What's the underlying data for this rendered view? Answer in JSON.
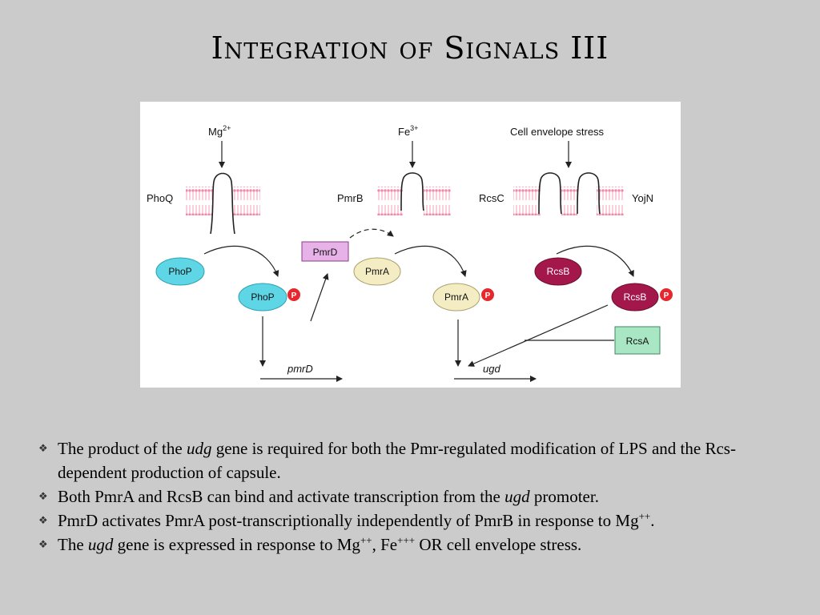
{
  "title": "Integration of Signals III",
  "diagram": {
    "signals": {
      "mg": "Mg",
      "mg_sup": "2+",
      "fe": "Fe",
      "fe_sup": "3+",
      "stress": "Cell envelope stress"
    },
    "sensors": {
      "phoq": "PhoQ",
      "pmrb": "PmrB",
      "rcsc": "RcsC",
      "yojn": "YojN"
    },
    "nodes": {
      "phop": "PhoP",
      "phop_p": "PhoP",
      "pmrd": "PmrD",
      "pmra": "PmrA",
      "pmra_p": "PmrA",
      "rcsb": "RcsB",
      "rcsb_p": "RcsB",
      "rcsa": "RcsA",
      "phospho": "P"
    },
    "genes": {
      "pmrd": "pmrD",
      "ugd": "ugd"
    },
    "colors": {
      "phop": "#5fd6e6",
      "pmra": "#f4edc4",
      "rcsb": "#a3174a",
      "phospho": "#e8262e",
      "pmrd_box": "#e6b2e8",
      "rcsa_box": "#a8e6c4",
      "membrane": "#f08aa8"
    }
  },
  "bullets": [
    {
      "pre": "The product of the ",
      "em": "udg",
      "post": " gene is required for both the Pmr-regulated modification of LPS and the Rcs-dependent production of capsule."
    },
    {
      "pre": "Both PmrA and RcsB can bind and activate transcription from the ",
      "em": "ugd",
      "post": " promoter."
    },
    {
      "pre": "PmrD activates PmrA post-transcriptionally independently of PmrB in response to Mg",
      "sup": "++",
      "post": "."
    },
    {
      "pre": "The ",
      "em": "ugd",
      "mid": " gene is expressed in  response to Mg",
      "sup1": "++",
      "mid2": ", Fe",
      "sup2": "+++",
      "post": " OR cell envelope stress."
    }
  ]
}
